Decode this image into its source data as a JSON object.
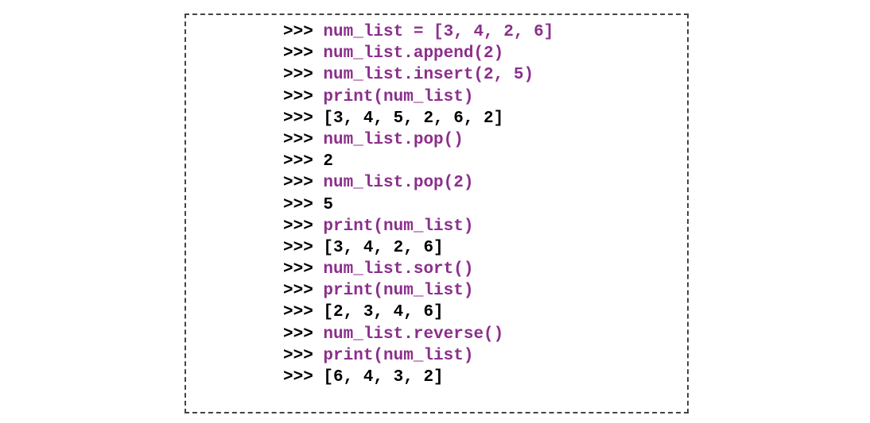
{
  "prompt": ">>>",
  "lines": [
    {
      "kind": "input",
      "text": "num_list = [3, 4, 2, 6]"
    },
    {
      "kind": "input",
      "text": "num_list.append(2)"
    },
    {
      "kind": "input",
      "text": "num_list.insert(2, 5)"
    },
    {
      "kind": "input",
      "text": "print(num_list)"
    },
    {
      "kind": "output",
      "text": "[3, 4, 5, 2, 6, 2]"
    },
    {
      "kind": "input",
      "text": "num_list.pop()"
    },
    {
      "kind": "output",
      "text": "2"
    },
    {
      "kind": "input",
      "text": "num_list.pop(2)"
    },
    {
      "kind": "output",
      "text": "5"
    },
    {
      "kind": "input",
      "text": "print(num_list)"
    },
    {
      "kind": "output",
      "text": "[3, 4, 2, 6]"
    },
    {
      "kind": "input",
      "text": "num_list.sort()"
    },
    {
      "kind": "input",
      "text": "print(num_list)"
    },
    {
      "kind": "output",
      "text": "[2, 3, 4, 6]"
    },
    {
      "kind": "input",
      "text": "num_list.reverse()"
    },
    {
      "kind": "input",
      "text": "print(num_list)"
    },
    {
      "kind": "output",
      "text": "[6, 4, 3, 2]"
    }
  ],
  "colors": {
    "input": "#8b2f8b",
    "output": "#000000",
    "prompt": "#000000",
    "border": "#444444"
  }
}
